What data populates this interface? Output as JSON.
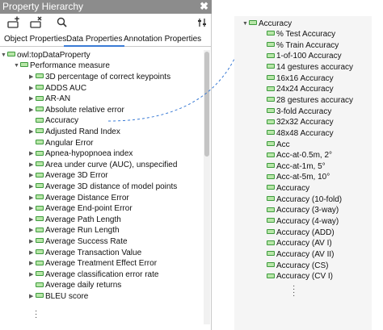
{
  "panel": {
    "title": "Property Hierarchy",
    "close_glyph": "✖",
    "toolbar": {
      "add_sub_icon": "add-subproperty-icon",
      "add_sibling_icon": "add-sibling-icon",
      "search_glyph": "🔍",
      "sort_glyph": "⇅"
    },
    "tabs": [
      "Object Properties",
      "Data Properties",
      "Annotation Properties"
    ],
    "active_tab": 1,
    "root": "owl:topDataProperty",
    "group": "Performance measure",
    "items": [
      "3D percentage of correct keypoints",
      "ADDS AUC",
      "AR-AN",
      "Absolute relative error",
      "Accuracy",
      "Adjusted Rand Index",
      "Angular Error",
      "Apnea-hypopnoea index",
      "Area under curve (AUC), unspecified",
      "Average 3D Error",
      "Average 3D distance of model points",
      "Average Distance Error",
      "Average End-point Error",
      "Average Path Length",
      "Average Run Length",
      "Average Success Rate",
      "Average Transaction Value",
      "Average Treatment Effect Error",
      "Average classification error rate",
      "Average daily returns",
      "BLEU score"
    ],
    "items_no_expander": [
      4,
      6,
      19
    ]
  },
  "right_panel": {
    "root": "Accuracy",
    "items": [
      "% Test Accuracy",
      "% Train Accuracy",
      "1-of-100 Accuracy",
      "14 gestures accuracy",
      "16x16 Accuracy",
      "24x24 Accuracy",
      "28 gestures accuracy",
      "3-fold Accuracy",
      "32x32 Accuracy",
      "48x48 Accuracy",
      "Acc",
      "Acc-at-0.5m, 2°",
      "Acc-at-1m, 5°",
      "Acc-at-5m, 10°",
      "Accuracy",
      "Accuracy (10-fold)",
      "Accuracy (3-way)",
      "Accuracy (4-way)",
      "Accuracy (ADD)",
      "Accuracy (AV I)",
      "Accuracy (AV II)",
      "Accuracy (CS)",
      "Accuracy (CV I)"
    ]
  },
  "colors": {
    "titlebar": "#8c8c8c",
    "tab_underline": "#3a7bd5",
    "property_icon_fill": "#b8e6a8",
    "property_icon_border": "#3c9a3c",
    "connector": "#3a7bd5"
  }
}
